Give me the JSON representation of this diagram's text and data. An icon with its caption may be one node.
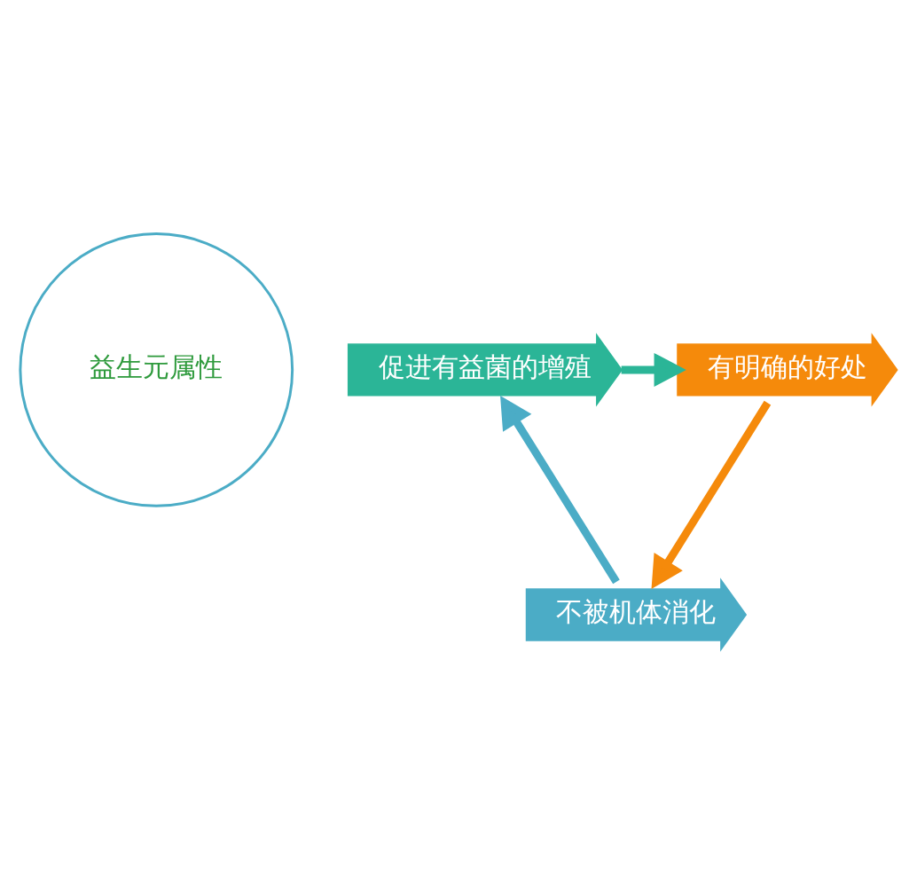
{
  "diagram": {
    "nodes": [
      {
        "text": [
          "益生元属性"
        ]
      },
      {
        "text": [
          "不被机体消化"
        ]
      },
      {
        "text": [
          "促进有益菌的增殖"
        ]
      },
      {
        "text": [
          "有明确的好处"
        ]
      }
    ],
    "edges": [
      {
        "from": 1,
        "to": 2,
        "arrow": "to",
        "color": "#4bacc6"
      },
      {
        "from": 2,
        "to": 3,
        "arrow": "to",
        "color": "#2bb597"
      },
      {
        "from": 3,
        "to": 1,
        "arrow": "to",
        "color": "#f58a0b"
      }
    ]
  }
}
